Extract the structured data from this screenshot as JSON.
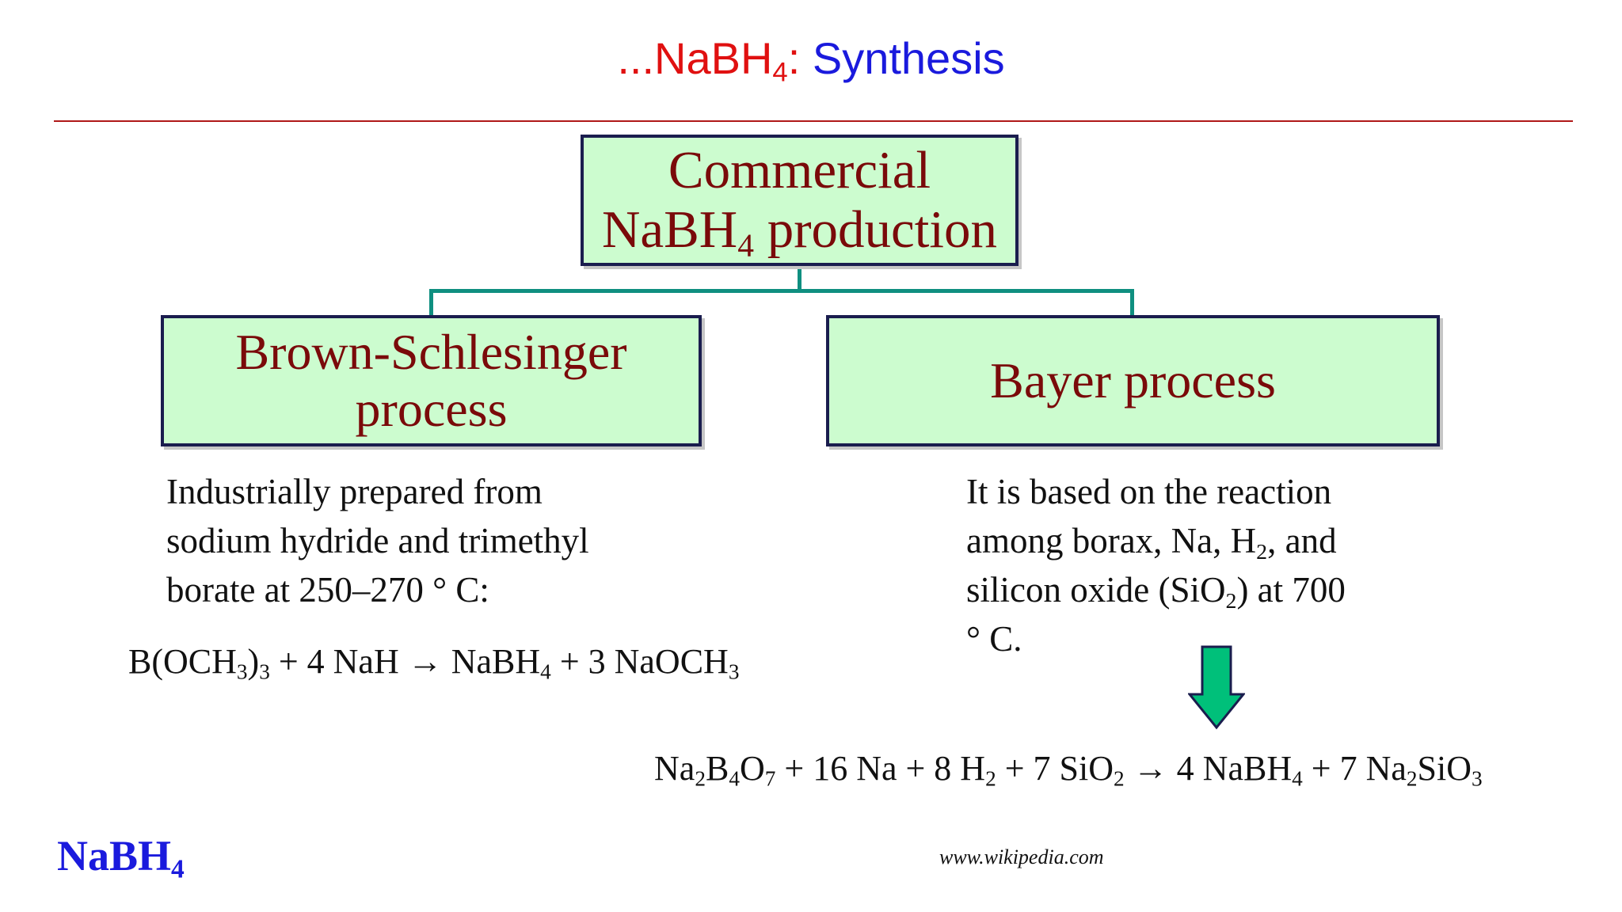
{
  "title": {
    "prefix": "...NaBH",
    "prefix_sub": "4",
    "colon": ":",
    "main": " Synthesis",
    "colors": {
      "prefix": "#e01010",
      "main": "#1a1add"
    }
  },
  "boxes": {
    "top": {
      "line1": "Commercial",
      "line2_pre": "NaBH",
      "line2_sub": "4",
      "line2_post": " production"
    },
    "left": {
      "line1": "Brown-Schlesinger",
      "line2": "process"
    },
    "right": {
      "label": "Bayer process"
    }
  },
  "left_text": {
    "line1": "Industrially prepared from",
    "line2": "sodium hydride and trimethyl",
    "line3": "borate at 250–270 °  C:"
  },
  "right_text": {
    "line1": "It is based on the reaction",
    "line2_pre": "among borax, Na, H",
    "line2_sub": "2",
    "line2_post": ", and",
    "line3_pre": "silicon oxide (SiO",
    "line3_sub": "2",
    "line3_post": ") at 700",
    "line4": "°  C."
  },
  "equations": {
    "left": {
      "t1": "B(OCH",
      "s1": "3",
      "t2": ")",
      "s2": "3",
      "t3": " + 4 NaH → NaBH",
      "s3": "4",
      "t4": " + 3 NaOCH",
      "s4": "3"
    },
    "right": {
      "t1": "Na",
      "s1": "2",
      "t2": "B",
      "s2": "4",
      "t3": "O",
      "s3": "7",
      "t4": " + 16 Na + 8 H",
      "s4": "2",
      "t5": " + 7 SiO",
      "s5": "2",
      "t6": " → 4 NaBH",
      "s6": "4",
      "t7": " + 7 Na",
      "s7": "2",
      "t8": "SiO",
      "s8": "3"
    }
  },
  "footer": {
    "label": "NaBH",
    "label_sub": "4",
    "source": "www.wikipedia.com"
  },
  "icons": {
    "arrow": "down-arrow-icon"
  },
  "colors": {
    "box_fill": "#ccfccf",
    "box_border": "#1a1d4e",
    "box_text": "#7a0a0a",
    "connector": "#0f8f80",
    "rule": "#b01818",
    "arrow_fill": "#00c07a"
  }
}
